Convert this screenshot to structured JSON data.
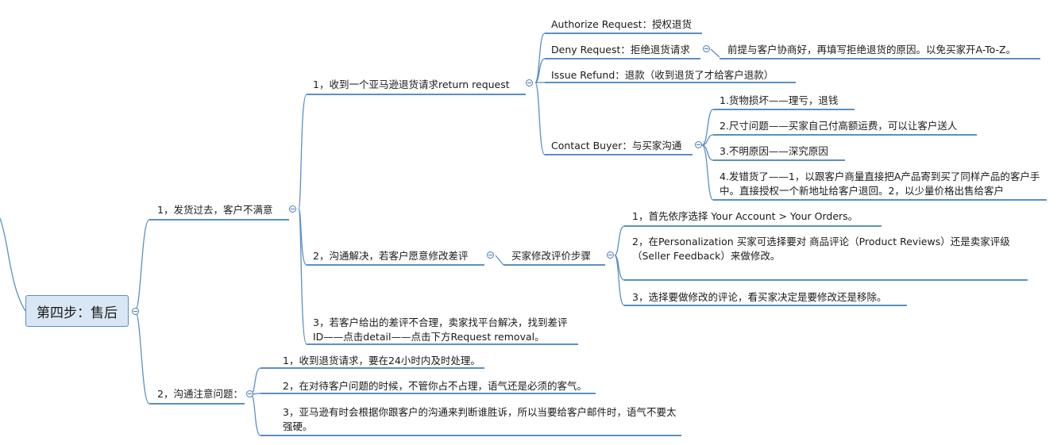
{
  "root": {
    "label": "第四步：售后"
  },
  "branch1": {
    "label": "1，发货过去，客户不满意",
    "sub1": {
      "label": "1，收到一个亚马逊退货请求return request",
      "authorize": "Authorize Request：授权退货",
      "deny": "Deny Request：拒绝退货请求",
      "deny_note": "前提与客户协商好，再填写拒绝退货的原因。以免买家开A-To-Z。",
      "refund": "Issue Refund：退款（收到退货了才给客户退款）",
      "contact": "Contact Buyer：与买家沟通",
      "contact_items": [
        "1.货物损坏——理亏，退钱",
        "2.尺寸问题——买家自己付高额运费，可以让客户送人",
        "3.不明原因——深究原因",
        "4.发错货了——1，以跟客户商量直接把A产品寄到买了同样产品的客户手中。直接授权一个新地址给客户退回。2，以少量价格出售给客户"
      ]
    },
    "sub2": {
      "label": "2，沟通解决，若客户愿意修改差评",
      "steps_label": "买家修改评价步骤",
      "steps": [
        "1，首先依序选择  Your Account  >  Your Orders。",
        "2，在Personalization 买家可选择要对 商品评论（Product Reviews）还是卖家评级（Seller Feedback）来做修改。",
        "3，选择要做修改的评论，看买家决定是要修改还是移除。"
      ]
    },
    "sub3": {
      "label": "3，若客户给出的差评不合理，卖家找平台解决，找到差评ID——点击detail——点击下方Request removal。"
    }
  },
  "branch2": {
    "label": "2，沟通注意问题：",
    "items": [
      "1，收到退货请求，要在24小时内及时处理。",
      "2，在对待客户问题的时候，不管你占不占理，语气还是必须的客气。",
      "3，亚马逊有时会根据你跟客户的沟通来判断谁胜诉，所以当要给客户邮件时，语气不要太强硬。"
    ]
  },
  "colors": {
    "line": "#5b8fc7",
    "root_fill": "#d9e6f4",
    "text": "#1a1a1a"
  }
}
